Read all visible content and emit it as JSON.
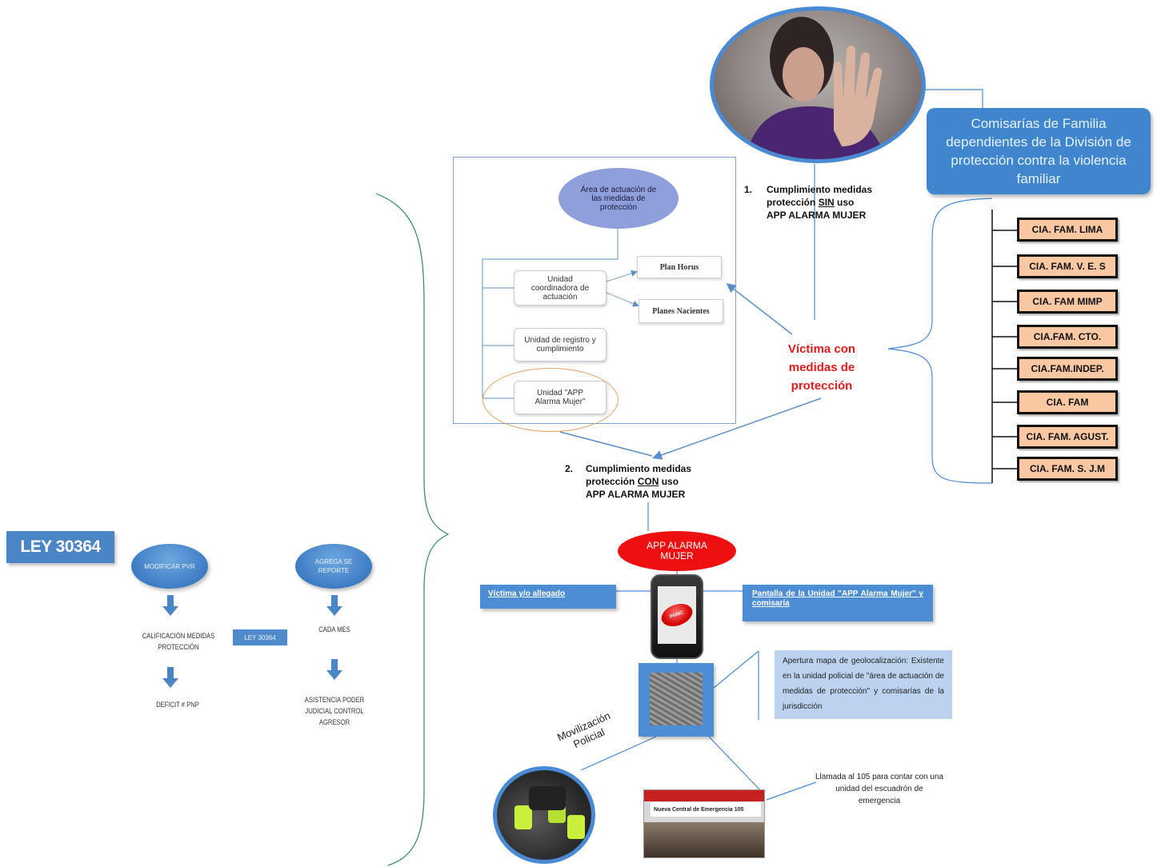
{
  "left": {
    "ley_title": "LEY 30364",
    "ellipse_1": "MODIFICAR PVR",
    "ellipse_2": "AGREGA SE REPORTE",
    "item_1": "CALIFICACIÓN MEDIDAS PROTECCIÓN",
    "item_2": "DEFICIT # PNP",
    "ley_small": "LEY 30364",
    "item_3": "CADA MES",
    "item_4": "ASISTENCIA PODER JUDICIAL CONTROL AGRESOR"
  },
  "chart": {
    "area": "Área de actuación de las medidas de protección",
    "unit_coord": "Unidad coordinadora de actuación",
    "plan_horus": "Plan Horus",
    "planes_nacientes": "Planes Nacientes",
    "unit_registro": "Unidad de registro y cumplimiento",
    "unit_app": "Unidad \"APP Alarma Mujer\""
  },
  "step1": {
    "number": "1.",
    "line1": "Cumplimiento medidas",
    "line2_pre": "protección ",
    "line2_u": "SIN",
    "line2_post": " uso",
    "line3": "APP ALARMA MUJER"
  },
  "step2": {
    "number": "2.",
    "line1": "Cumplimiento medidas",
    "line2_pre": "protección ",
    "line2_u": "CON",
    "line2_post": " uso",
    "line3": "APP ALARMA MUJER"
  },
  "victima": {
    "line1": "Víctima con",
    "line2": "medidas de",
    "line3": "protección"
  },
  "comisarias": {
    "title": "Comisarías de Familia dependientes de la División de protección contra la violencia familiar",
    "items": [
      "CIA. FAM. LIMA",
      "CIA. FAM. V. E. S",
      "CIA. FAM MIMP",
      "CIA.FAM. CTO.",
      "CIA.FAM.INDEP.",
      "CIA. FAM",
      "CIA. FAM. AGUST.",
      "CIA. FAM. S. J.M"
    ]
  },
  "app": {
    "title": "APP ALARMA MUJER",
    "victima_link": "Víctima y/o allegado",
    "pantalla_link": "Pantalla de la Unidad \"APP Alarma Mujer\" y comisaría",
    "panic": "PANIC",
    "geo_text": "Apertura mapa de geolocalización: Existente en la unidad policial de \"área de actuación de medidas de protección\" y comisarías de la jurisdicción",
    "movilizacion": "Movilización Policial",
    "banner": "Nueva Central de Emergencia 105",
    "llamada": "Llamada al 105 para contar con una unidad del escuadrón de emergencia"
  },
  "colors": {
    "accent_blue": "#3f86cf",
    "red": "#e11b1b",
    "cia_fill": "#fac7a3"
  }
}
